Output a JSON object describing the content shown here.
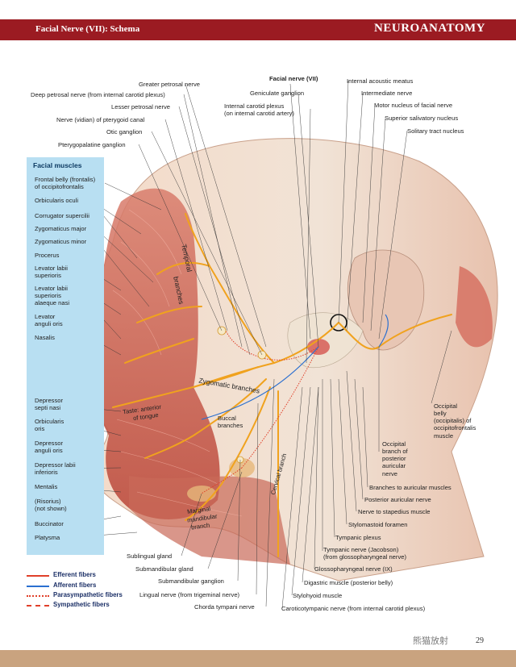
{
  "header": {
    "title": "Facial Nerve (VII): Schema",
    "section": "NEURO­ANATOMY"
  },
  "muscles_title": "Facial muscles",
  "muscle_labels": [
    "Frontal belly (frontalis)",
    "of occipitofrontalis",
    "Orbicularis oculi",
    "Corrugator supercilii",
    "Zygomaticus major",
    "Zygomaticus minor",
    "Procerus",
    "Levator labii",
    "superioris",
    "Levator labii",
    "superioris",
    "alaeque nasi",
    "Levator",
    "anguli oris",
    "Nasalis",
    "Depressor",
    "septi nasi",
    "Orbicularis",
    "oris",
    "Depressor",
    "anguli oris",
    "Depressor labii",
    "inferioris",
    "Mentalis",
    "(Risorius)",
    "(not shown)",
    "Buccinator",
    "Platysma"
  ],
  "top_labels": [
    "Greater petrosal nerve",
    "Deep petrosal nerve (from internal carotid plexus)",
    "Lesser petrosal nerve",
    "Nerve (vidian) of pterygoid canal",
    "Otic ganglion",
    "Pterygopalatine ganglion",
    "Facial nerve (VII)",
    "Geniculate ganglion",
    "Internal carotid plexus",
    "(on internal carotid artery)",
    "Internal acoustic meatus",
    "Intermediate nerve",
    "Motor nucleus of facial nerve",
    "Superior salivatory nucleus",
    "Solitary tract nucleus"
  ],
  "face_labels": [
    "Temporal",
    "branches",
    "Zygomatic branches",
    "Taste: anterior",
    "of tongue",
    "Buccal",
    "branches",
    "Marginal",
    "mandibular",
    "branch",
    "Cervical branch"
  ],
  "right_labels": [
    "Occipital",
    "belly",
    "(occipitalis) of",
    "occipitofrontalis",
    "muscle",
    "Occipital",
    "branch of",
    "posterior",
    "auricular",
    "nerve",
    "Branches to auricular muscles",
    "Posterior auricular nerve",
    "Nerve to stapedius muscle",
    "Stylomastoid foramen",
    "Tympanic plexus",
    "Tympanic nerve (Jacobson)",
    "(from glossopharyngeal nerve)",
    "Glossopharyngeal nerve (IX)",
    "Digastric muscle (posterior belly)",
    "Stylohyoid muscle",
    "Caroticotympanic nerve (from internal carotid plexus)"
  ],
  "bottom_labels": [
    "Sublingual gland",
    "Submandibular gland",
    "Submandibular ganglion",
    "Lingual nerve (from trigeminal nerve)",
    "Chorda tympani nerve"
  ],
  "legend": [
    {
      "label": "Efferent fibers",
      "color": "#e0402a",
      "style": "solid"
    },
    {
      "label": "Afferent fibers",
      "color": "#2a6fd0",
      "style": "solid"
    },
    {
      "label": "Parasympathetic fibers",
      "color": "#e0402a",
      "style": "dotted"
    },
    {
      "label": "Sympathetic fibers",
      "color": "#e0402a",
      "style": "dashed"
    }
  ],
  "page_number": "29",
  "watermark": "熊猫放射",
  "colors": {
    "header": "#9b1b22",
    "panel": "#b8dff2",
    "nerve": "#f0a21e",
    "muscle": "#c8584a",
    "skin": "#f3dccb"
  }
}
